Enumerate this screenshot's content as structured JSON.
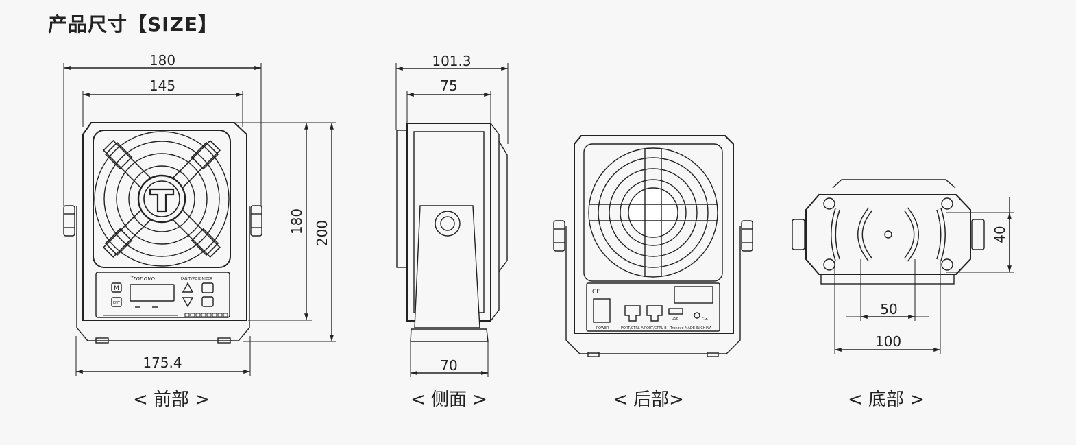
{
  "title": "产品尺寸【SIZE】",
  "views": {
    "front": {
      "caption": "< 前部 >",
      "dims": {
        "overall_width": "180",
        "face_width": "145",
        "face_height": "180",
        "overall_height": "200",
        "base_width": "175.4"
      },
      "panel": {
        "brand": "Tronovo",
        "model": "FAN TYPE IONIZER",
        "btn_m": "M",
        "btn_ent": "ENT"
      }
    },
    "side": {
      "caption": "< 侧面 >",
      "dims": {
        "overall_depth": "101.3",
        "body_depth": "75",
        "base_depth": "70"
      }
    },
    "back": {
      "caption": "< 后部>",
      "labels": {
        "ce": "CE",
        "power": "POWER",
        "port_a": "PORT/CTRL A",
        "port_b": "PORT/CTRL B",
        "usb": "USB",
        "fg": "F.G.",
        "made": "Tronovo  MADE IN CHINA"
      }
    },
    "bottom": {
      "caption": "< 底部 >",
      "dims": {
        "hole_spacing": "50",
        "outer_spacing": "100",
        "height": "40"
      }
    }
  }
}
